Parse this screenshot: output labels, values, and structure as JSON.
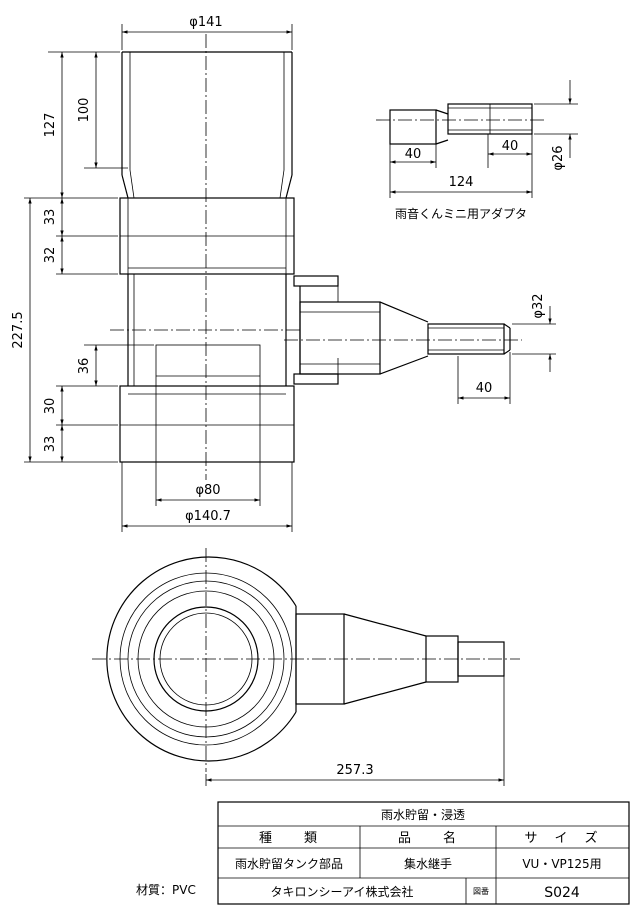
{
  "drawing": {
    "dimensions": {
      "top_diameter": "φ141",
      "height_127": "127",
      "height_100": "100",
      "height_33_upper": "33",
      "height_32": "32",
      "height_227_5": "227.5",
      "height_36": "36",
      "height_30": "30",
      "height_33_lower": "33",
      "inner_diameter": "φ80",
      "bottom_diameter": "φ140.7",
      "outlet_diameter": "φ32",
      "outlet_length": "40",
      "plan_length": "257.3"
    },
    "adapter": {
      "dim_left": "40",
      "dim_right": "40",
      "dim_total": "124",
      "diameter": "φ26",
      "caption": "雨音くんミニ用アダプタ"
    },
    "title_block": {
      "title": "雨水貯留・浸透",
      "header_type": "種　　類",
      "header_name": "品　　名",
      "header_size": "サ　イ　ズ",
      "type": "雨水貯留タンク部品",
      "name": "集水継手",
      "size": "VU・VP125用",
      "company": "タキロンシーアイ株式会社",
      "drawing_no_label": "図番",
      "drawing_no": "S024",
      "material": "材質：PVC"
    }
  }
}
